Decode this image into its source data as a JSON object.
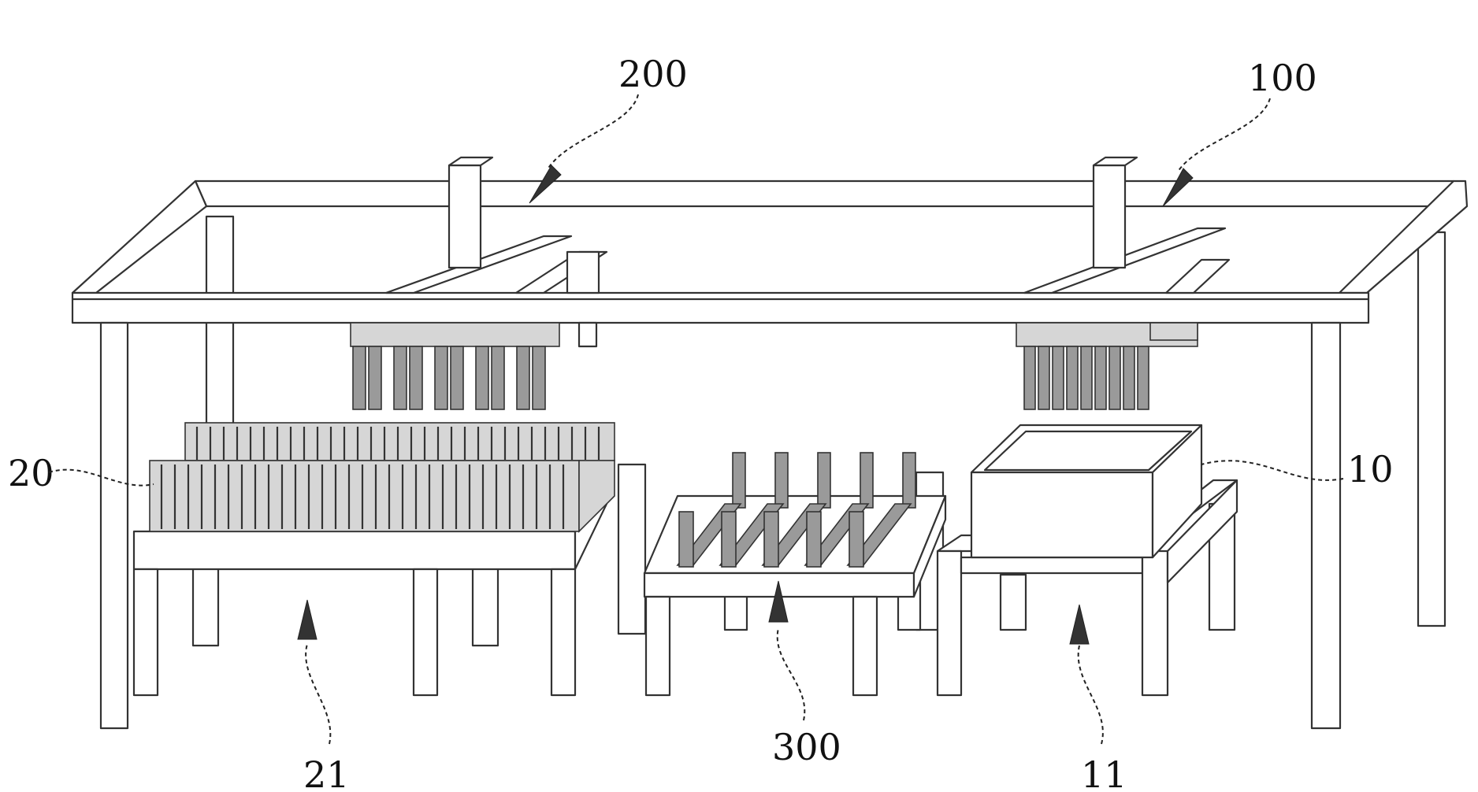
{
  "figure": {
    "labels": {
      "ref_100": "100",
      "ref_200": "200",
      "ref_300": "300",
      "ref_10": "10",
      "ref_11": "11",
      "ref_20": "20",
      "ref_21": "21"
    }
  }
}
